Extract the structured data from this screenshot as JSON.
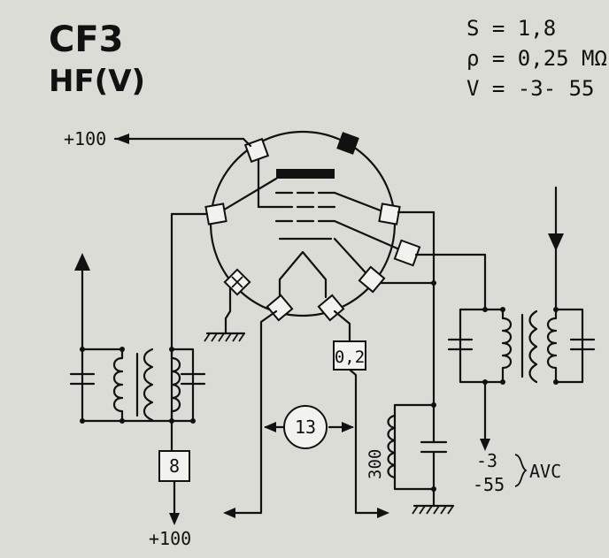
{
  "title": {
    "line1": "CF3",
    "line2": "HF(V)"
  },
  "specs": [
    "S = 1,8",
    "ρ = 0,25 MΩ",
    "V = -3- 55"
  ],
  "labels": {
    "anode_supply_top": "+100",
    "screen_supply_bottom": "+100",
    "resistor_screen": "8",
    "resistor_grid": "0,2",
    "pin_circle": "13",
    "cathode_resistor": "300",
    "avc_v1": "-3",
    "avc_v2": "-55",
    "avc_label": "AVC"
  },
  "colors": {
    "ink": "#111111",
    "paper": "#dcdcd6",
    "box": "#f2f2ee"
  }
}
